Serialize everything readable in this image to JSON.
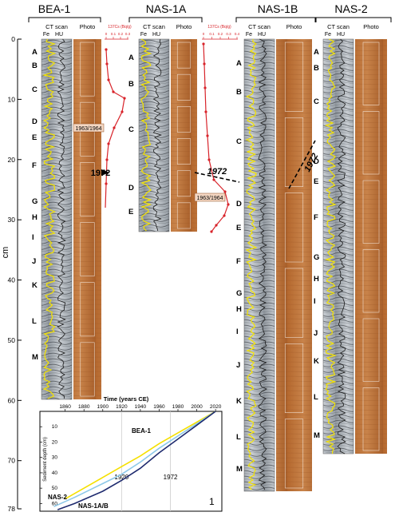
{
  "cores": [
    {
      "id": "bea1",
      "name": "BEA-1",
      "ct_label": "CT scan",
      "fe_label": "Fe",
      "hu_label": "HU",
      "photo_label": "Photo",
      "units": [
        "A",
        "B",
        "C",
        "D",
        "E",
        "F",
        "G",
        "H",
        "I",
        "J",
        "K",
        "L",
        "M"
      ]
    },
    {
      "id": "nas1a",
      "name": "NAS-1A",
      "ct_label": "CT scan",
      "fe_label": "Fe",
      "hu_label": "HU",
      "photo_label": "Photo",
      "units": [
        "A",
        "B",
        "C",
        "D",
        "E"
      ]
    },
    {
      "id": "nas1b",
      "name": "NAS-1B",
      "ct_label": "CT scan",
      "fe_label": "Fe",
      "hu_label": "HU",
      "photo_label": "Photo",
      "units": [
        "A",
        "B",
        "C",
        "D",
        "E",
        "F",
        "G",
        "H",
        "I",
        "J",
        "K",
        "L",
        "M"
      ]
    },
    {
      "id": "nas2",
      "name": "NAS-2",
      "ct_label": "CT scan",
      "fe_label": "Fe",
      "hu_label": "HU",
      "photo_label": "Photo",
      "units": [
        "A",
        "B",
        "C",
        "D",
        "E",
        "F",
        "G",
        "H",
        "I",
        "J",
        "K",
        "L",
        "M"
      ]
    }
  ],
  "depth_axis": {
    "unit": "cm",
    "ticks": [
      "0",
      "10",
      "20",
      "30",
      "40",
      "50",
      "60",
      "70",
      "78"
    ]
  },
  "cs_profiles": {
    "axis_label": "137Cs (Bq/g)",
    "ticks": [
      "0",
      "0.1",
      "0.2",
      "0.3"
    ],
    "ticks_b": [
      "0",
      "0.1",
      "0.2",
      "0.3",
      "0.4"
    ],
    "peak_label": "1963/1964"
  },
  "markers": {
    "year_1972": "1972"
  },
  "inset": {
    "chart_data": {
      "type": "line",
      "title": "",
      "xlabel": "Time (years CE)",
      "ylabel": "Sediment depth (cm)",
      "xticks": [
        "1860",
        "1880",
        "1900",
        "1920",
        "1940",
        "1960",
        "1980",
        "2000",
        "2020"
      ],
      "yticks": [
        "10",
        "20",
        "30",
        "40",
        "50",
        "60"
      ],
      "xlim": [
        1845,
        2025
      ],
      "ylim": [
        0,
        65
      ],
      "grid_vertical_at": [
        1920,
        1972
      ],
      "grid_labels": [
        "1920",
        "1972"
      ],
      "panel_number": "1",
      "series": [
        {
          "name": "BEA-1",
          "color": "#f5e000",
          "points": [
            [
              1860,
              57
            ],
            [
              1880,
              50
            ],
            [
              1900,
              43
            ],
            [
              1920,
              36
            ],
            [
              1940,
              29
            ],
            [
              1960,
              21
            ],
            [
              1980,
              14
            ],
            [
              2000,
              7
            ],
            [
              2020,
              0
            ]
          ]
        },
        {
          "name": "NAS-2",
          "color": "#8dc8e8",
          "points": [
            [
              1848,
              62
            ],
            [
              1870,
              56
            ],
            [
              1900,
              47
            ],
            [
              1920,
              41
            ],
            [
              1940,
              33
            ],
            [
              1960,
              24
            ],
            [
              1980,
              16
            ],
            [
              2000,
              8
            ],
            [
              2020,
              0
            ]
          ]
        },
        {
          "name": "NAS-1A/B",
          "color": "#1e2a6e",
          "points": [
            [
              1852,
              64
            ],
            [
              1870,
              60
            ],
            [
              1900,
              52
            ],
            [
              1920,
              45
            ],
            [
              1940,
              37
            ],
            [
              1960,
              27
            ],
            [
              1980,
              18
            ],
            [
              2000,
              9
            ],
            [
              2020,
              0
            ]
          ]
        }
      ]
    }
  }
}
